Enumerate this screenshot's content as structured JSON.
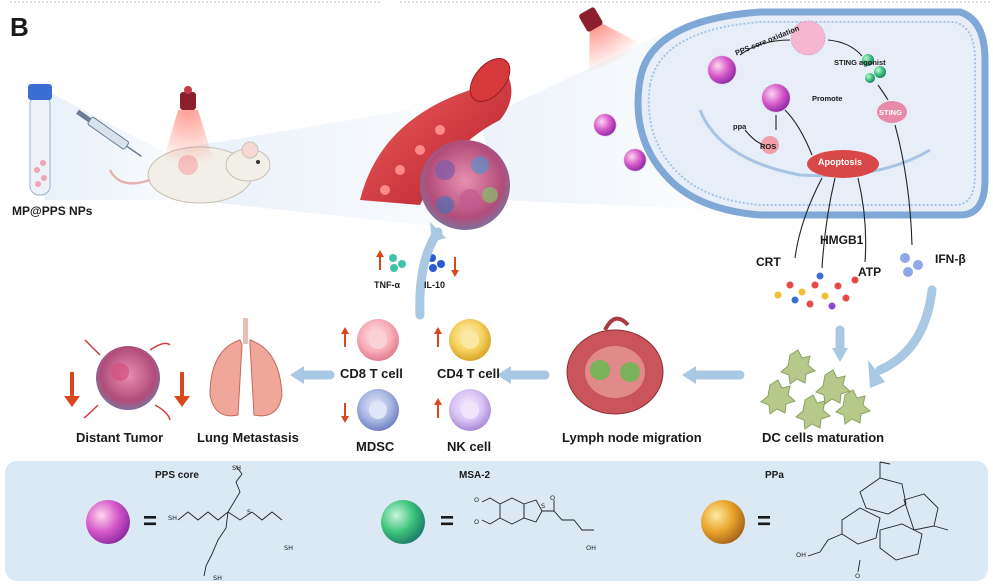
{
  "panel_letter": "B",
  "top": {
    "nps_label": "MP@PPS NPs",
    "pps_core_oxidation": "PPS core oxidation",
    "sting_agonist": "STING agonist",
    "promote": "Promote",
    "ppa": "ppa",
    "ros": "ROS",
    "apoptosis": "Apoptosis",
    "sting": "STING",
    "hmgb1": "HMGB1",
    "crt": "CRT",
    "atp": "ATP",
    "ifn_beta": "IFN-β",
    "tnf_alpha": "TNF-α",
    "il10": "IL-10"
  },
  "cells": {
    "cd8": "CD8 T cell",
    "cd4": "CD4 T cell",
    "mdsc": "MDSC",
    "nk": "NK cell"
  },
  "bottom_labels": {
    "distant_tumor": "Distant Tumor",
    "lung_metastasis": "Lung Metastasis",
    "lymph_node": "Lymph node migration",
    "dc_maturation": "DC cells maturation"
  },
  "legend": {
    "pps_core": "PPS core",
    "msa2": "MSA-2",
    "ppa": "PPa",
    "equals": "=",
    "sh": "SH",
    "s": "S",
    "oh": "OH",
    "o": "O"
  },
  "colors": {
    "up_arrow": "#d9481c",
    "flow_arrow": "#a9c8e4",
    "membrane": "#7fa8d6",
    "legend_bg": "#dbe9f5"
  }
}
